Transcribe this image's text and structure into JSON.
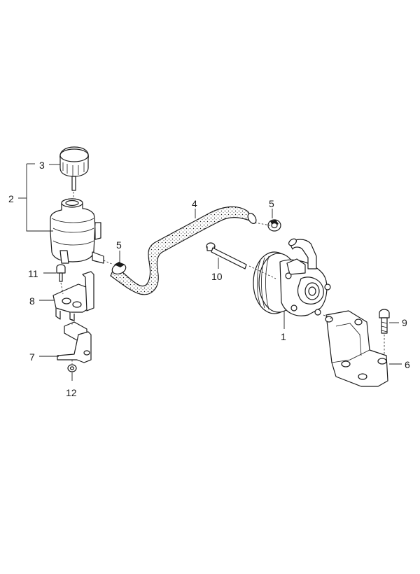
{
  "diagram": {
    "callouts": [
      {
        "id": "1",
        "label": "1"
      },
      {
        "id": "2",
        "label": "2"
      },
      {
        "id": "3",
        "label": "3"
      },
      {
        "id": "4",
        "label": "4"
      },
      {
        "id": "5a",
        "label": "5"
      },
      {
        "id": "5b",
        "label": "5"
      },
      {
        "id": "6",
        "label": "6"
      },
      {
        "id": "7",
        "label": "7"
      },
      {
        "id": "8",
        "label": "8"
      },
      {
        "id": "9",
        "label": "9"
      },
      {
        "id": "10",
        "label": "10"
      },
      {
        "id": "11",
        "label": "11"
      },
      {
        "id": "12",
        "label": "12"
      }
    ],
    "line_color": "#1a1a1a",
    "background_color": "#ffffff"
  }
}
